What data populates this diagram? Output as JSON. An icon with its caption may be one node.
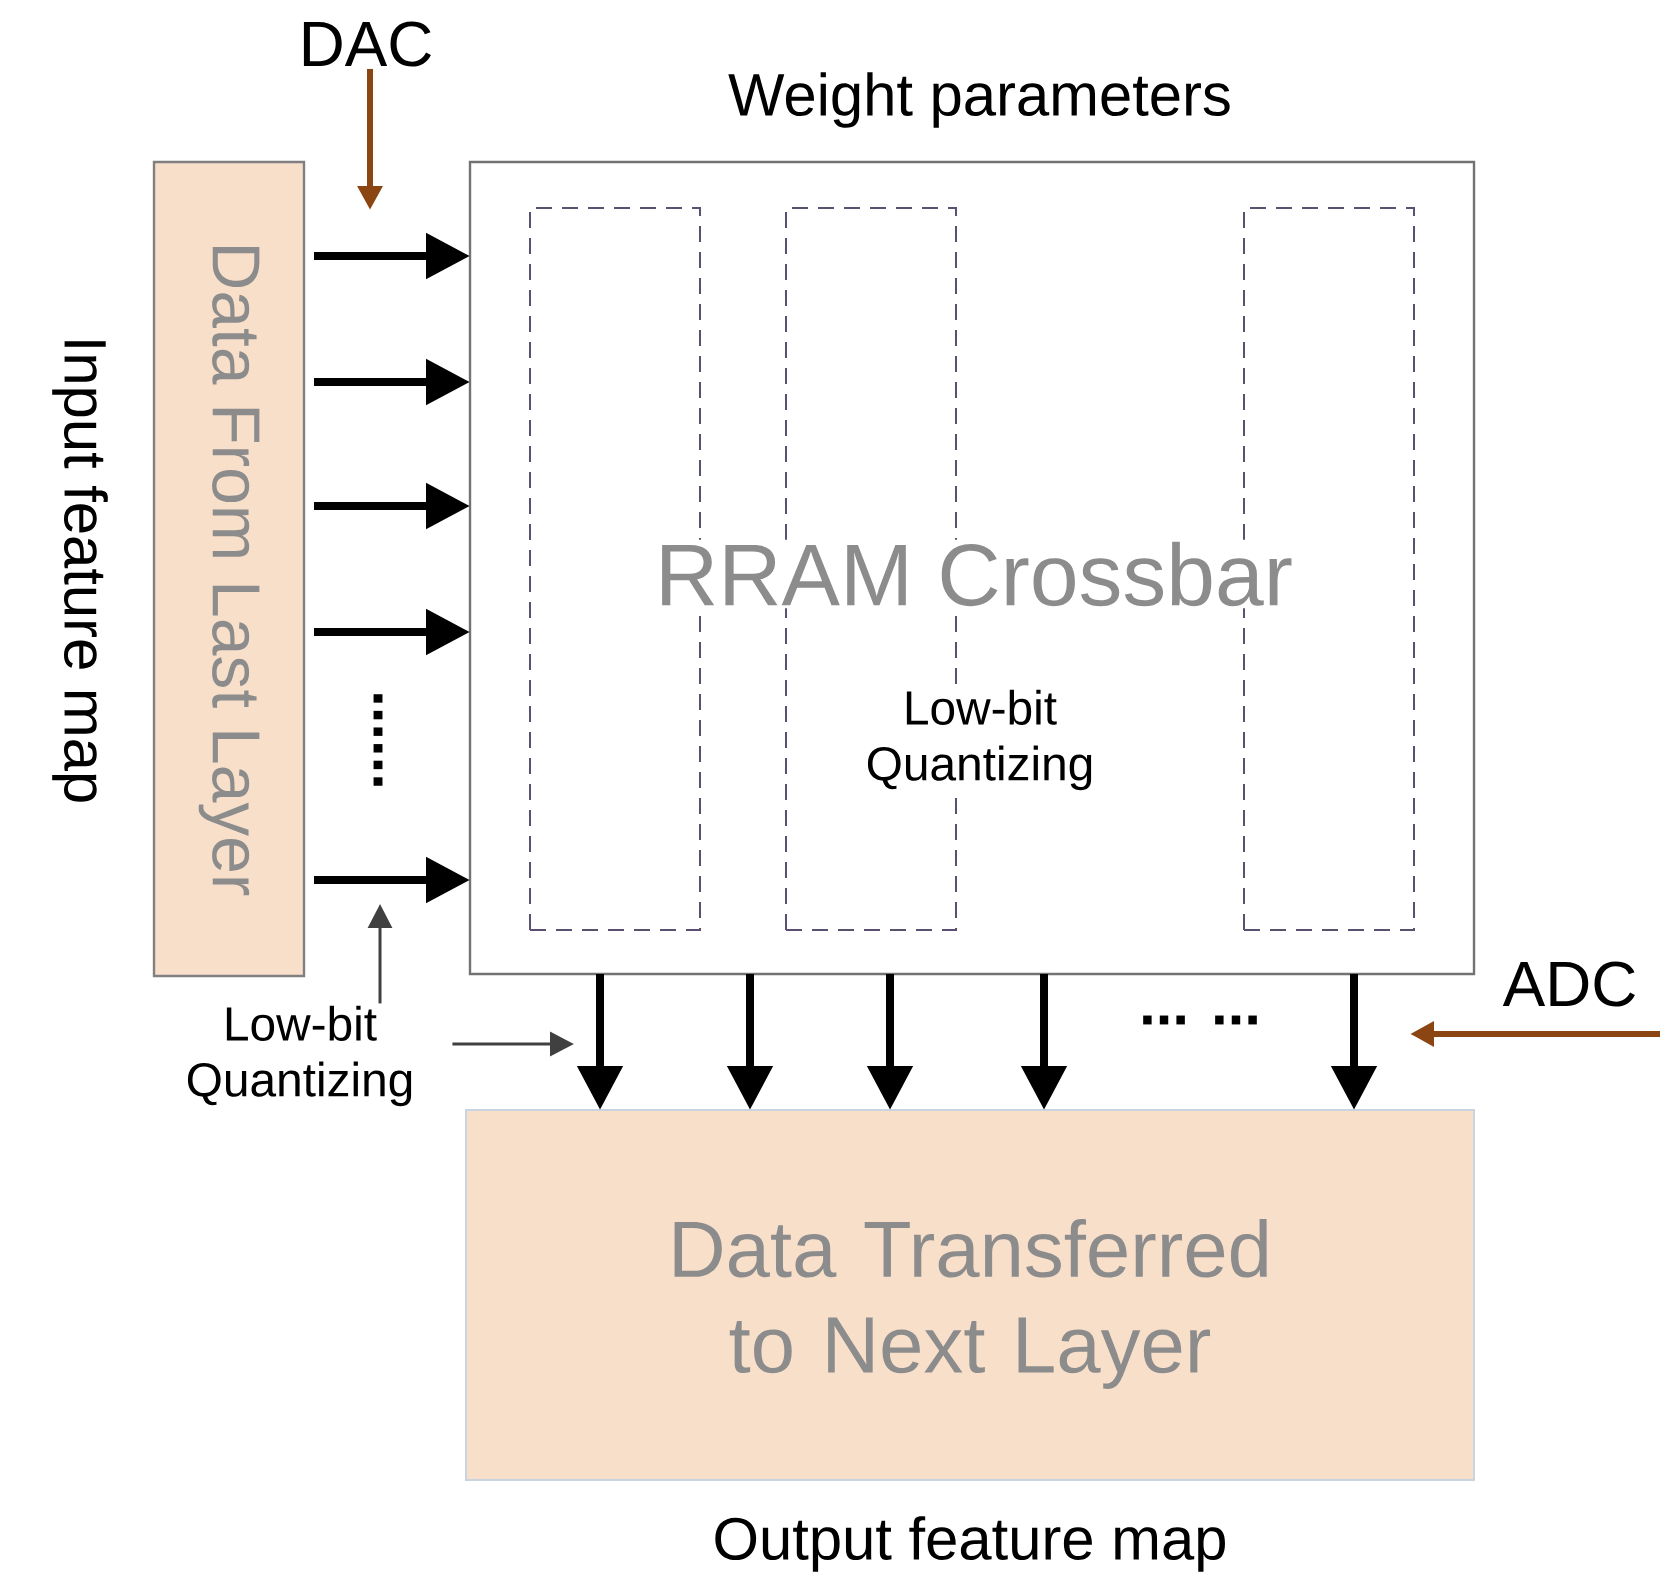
{
  "diagram": {
    "nodes": [
      {
        "text": [
          "Data From Last Layer"
        ],
        "beside": [
          "Input feature map"
        ]
      },
      {
        "text": [
          "Weight parameters",
          "RRAM Crossbar",
          "Low-bit Quantizing"
        ]
      },
      {
        "text": [],
        "shape": "box",
        "in": 1
      },
      {
        "text": [],
        "shape": "box",
        "in": 1
      },
      {
        "text": [],
        "shape": "box",
        "in": 1
      },
      {
        "text": [
          "Data Transferred to Next Layer"
        ],
        "beside": [
          "Output feature map"
        ]
      },
      {
        "text": [
          "DAC"
        ]
      },
      {
        "text": [
          "ADC"
        ]
      },
      {
        "text": [
          "Low-bit Quantizing"
        ]
      }
    ],
    "edges": [
      {
        "from": 0,
        "to": 1,
        "arrow": "to"
      },
      {
        "from": 0,
        "to": 1,
        "arrow": "to"
      },
      {
        "from": 0,
        "to": 1,
        "arrow": "to"
      },
      {
        "from": 0,
        "to": 1,
        "arrow": "to"
      },
      {
        "from": 0,
        "to": 1,
        "arrow": "to"
      },
      {
        "from": 1,
        "to": 5,
        "arrow": "to"
      },
      {
        "from": 1,
        "to": 5,
        "arrow": "to"
      },
      {
        "from": 1,
        "to": 5,
        "arrow": "to"
      },
      {
        "from": 1,
        "to": 5,
        "arrow": "to"
      },
      {
        "from": 1,
        "to": 5,
        "arrow": "to"
      },
      {
        "from": 6,
        "to": null,
        "arrow": "to",
        "color": "#8b4513"
      },
      {
        "from": 7,
        "to": null,
        "arrow": "to",
        "color": "#8b4513"
      },
      {
        "from": 8,
        "to": null,
        "arrow": "to",
        "color": "#404040"
      },
      {
        "from": 8,
        "to": null,
        "arrow": "to",
        "color": "#404040"
      }
    ],
    "labels": [
      "......",
      "... ..."
    ]
  }
}
